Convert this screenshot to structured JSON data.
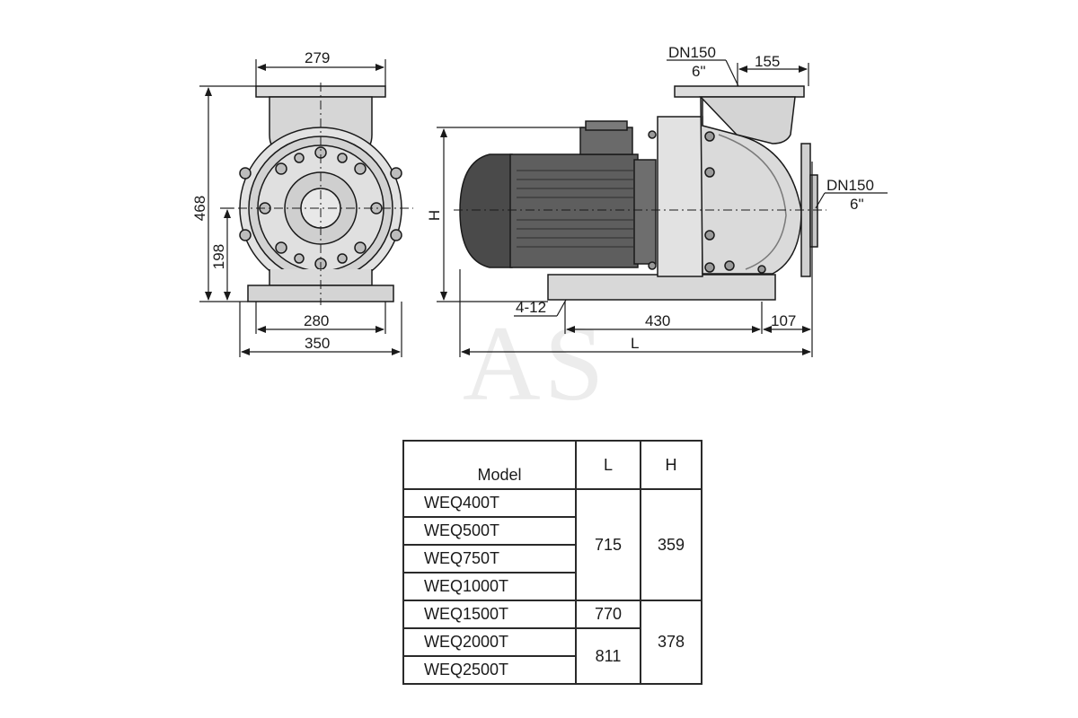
{
  "watermark": "AS",
  "dimensions": {
    "front_top_width": "279",
    "front_height": "468",
    "front_axis_height": "198",
    "front_base_inner": "280",
    "front_base_outer": "350",
    "side_height": "H",
    "outlet_size": "DN150",
    "outlet_inch": "6\"",
    "outlet_offset": "155",
    "inlet_size": "DN150",
    "inlet_inch": "6\"",
    "bolt_holes": "4-12",
    "base_length": "430",
    "base_offset": "107",
    "total_length": "L"
  },
  "table": {
    "headers": [
      "Model",
      "L",
      "H"
    ],
    "models": [
      "WEQ400T",
      "WEQ500T",
      "WEQ750T",
      "WEQ1000T",
      "WEQ1500T",
      "WEQ2000T",
      "WEQ2500T"
    ],
    "l_values": [
      "715",
      "770",
      "811"
    ],
    "h_values": [
      "359",
      "378"
    ]
  }
}
